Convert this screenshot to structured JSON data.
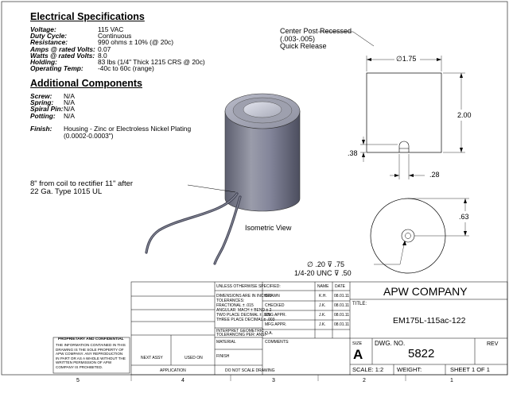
{
  "electrical": {
    "heading": "Electrical Specifications",
    "rows": [
      {
        "label": "Voltage:",
        "value": "115 VAC"
      },
      {
        "label": "Duty Cycle:",
        "value": "Continuous"
      },
      {
        "label": "Resistance:",
        "value": "990 ohms ± 10% (@ 20c)"
      },
      {
        "label": "Amps @ rated Volts:",
        "value": "0.07"
      },
      {
        "label": "Watts @ rated Volts:",
        "value": "8.0"
      },
      {
        "label": "Holding:",
        "value": "83 lbs (1/4\" Thick 1215 CRS @ 20c)"
      },
      {
        "label": "Operating Temp:",
        "value": "-40c to 60c (range)"
      }
    ]
  },
  "additional": {
    "heading": "Additional Components",
    "rows": [
      {
        "label": "Screw:",
        "value": "N/A"
      },
      {
        "label": "Spring:",
        "value": "N/A"
      },
      {
        "label": "Spiral Pin:",
        "value": "N/A"
      },
      {
        "label": "Potting:",
        "value": "N/A"
      }
    ],
    "finish_label": "Finish:",
    "finish_line1": "Housing - Zinc or Electroless Nickel Plating",
    "finish_line2": "(0.0002-0.0003\")"
  },
  "notes": {
    "center_post_1": "Center Post Recessed",
    "center_post_2": "(.003-.005)",
    "center_post_3": "Quick Release",
    "wire_1": "8\" from coil to rectifier 11\" after",
    "wire_2": "22 Ga. Type 1015 UL",
    "iso_view": "Isometric View"
  },
  "dimensions": {
    "diameter": "∅1.75",
    "height": "2.00",
    "post_height": ".38",
    "post_width": ".28",
    "bottom_offset": ".63",
    "hole_line1": "∅ .20 ⊽ .75",
    "hole_line2": "1/4-20 UNC ⊽ .50"
  },
  "title_block": {
    "company": "APW COMPANY",
    "title_label": "TITLE:",
    "title_value": "EM175L-115ac-122",
    "name_header": "NAME",
    "date_header": "DATE",
    "rows": [
      {
        "label": "DRAWN",
        "name": "K.H.",
        "date": "08.01.11"
      },
      {
        "label": "CHECKED",
        "name": "J.K.",
        "date": "08.01.11"
      },
      {
        "label": "ENG APPR.",
        "name": "J.K.",
        "date": "08.01.11"
      },
      {
        "label": "MFG APPR.",
        "name": "J.K.",
        "date": "08.01.11"
      },
      {
        "label": "Q.A.",
        "name": "",
        "date": ""
      },
      {
        "label": "COMMENTS:",
        "name": "",
        "date": ""
      }
    ],
    "unless": "UNLESS OTHERWISE SPECIFIED:",
    "dims_in_inches": "DIMENSIONS ARE IN INCHES",
    "tolerances": "TOLERANCES:",
    "fractional": "FRACTIONAL ± .015",
    "angular": "ANGULAR: MACH ±   BEND ± 2",
    "two_place": "TWO PLACE DECIMAL  ± .005",
    "three_place": "THREE PLACE DECIMAL ± .003",
    "interpret_1": "INTERPRET GEOMETRIC",
    "interpret_2": "TOLERANCING PER: ANSI",
    "material": "MATERIAL",
    "finish": "FINISH",
    "do_not_scale": "DO NOT SCALE DRAWING",
    "next_assy": "NEXT ASSY",
    "used_on": "USED ON",
    "application": "APPLICATION",
    "proprietary_title": "PROPRIETARY AND CONFIDENTIAL",
    "proprietary_text": "THE INFORMATION CONTAINED IN THIS DRAWING IS THE SOLE PROPERTY OF APW COMPANY. ANY REPRODUCTION IN PART OR AS A WHOLE WITHOUT THE WRITTEN PERMISSION OF APW COMPANY IS PROHIBITED.",
    "size_label": "SIZE",
    "size_value": "A",
    "dwg_label": "DWG. NO.",
    "dwg_value": "5822",
    "rev_label": "REV",
    "scale": "SCALE: 1:2",
    "weight": "WEIGHT:",
    "sheet": "SHEET 1 OF 1"
  },
  "zones": [
    "5",
    "4",
    "3",
    "2",
    "1"
  ]
}
